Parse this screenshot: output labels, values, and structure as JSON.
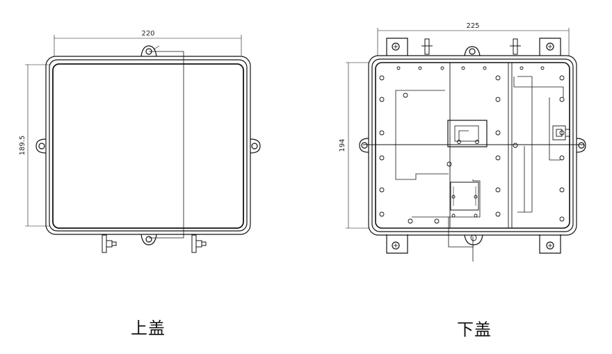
{
  "top_cover": {
    "caption": "上盖",
    "width_label": "220",
    "height_label": "189.5"
  },
  "bottom_cover": {
    "caption": "下盖",
    "width_label": "225",
    "height_label": "194"
  }
}
